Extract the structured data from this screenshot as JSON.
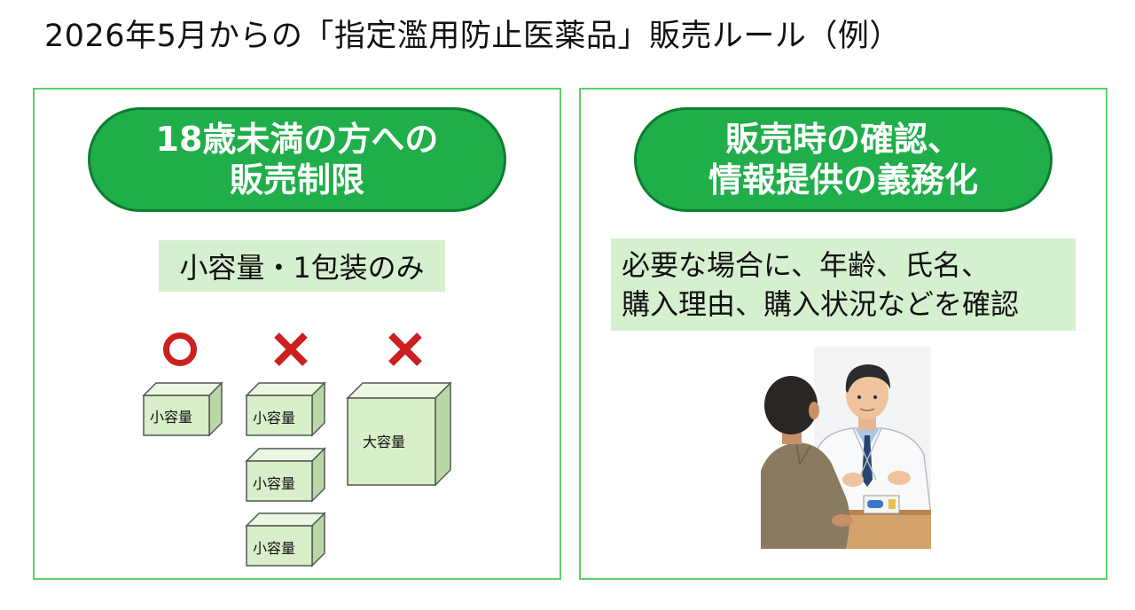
{
  "title": "2026年5月からの「指定濫用防止医薬品」販売ルール（例）",
  "left_panel": {
    "heading_line1": "18歳未満の方への",
    "heading_line2": "販売制限",
    "sub_text": "小容量・1包装のみ",
    "allowed_mark": "circle-icon",
    "forbidden_mark": "cross-icon",
    "boxes": {
      "allowed_small": "小容量",
      "stack_small_1": "小容量",
      "stack_small_2": "小容量",
      "stack_small_3": "小容量",
      "large": "大容量"
    }
  },
  "right_panel": {
    "heading_line1": "販売時の確認、",
    "heading_line2": "情報提供の義務化",
    "sub_line1": "必要な場合に、年齢、氏名、",
    "sub_line2": "購入理由、購入状況などを確認"
  },
  "colors": {
    "pill_fill": "#1fae4a",
    "pill_border": "#0b7f30",
    "panel_border": "#5bd06b",
    "sub_box_fill": "#d5f0cf",
    "mark_red": "#cc1f1f",
    "box_fill": "#d8efc9"
  }
}
